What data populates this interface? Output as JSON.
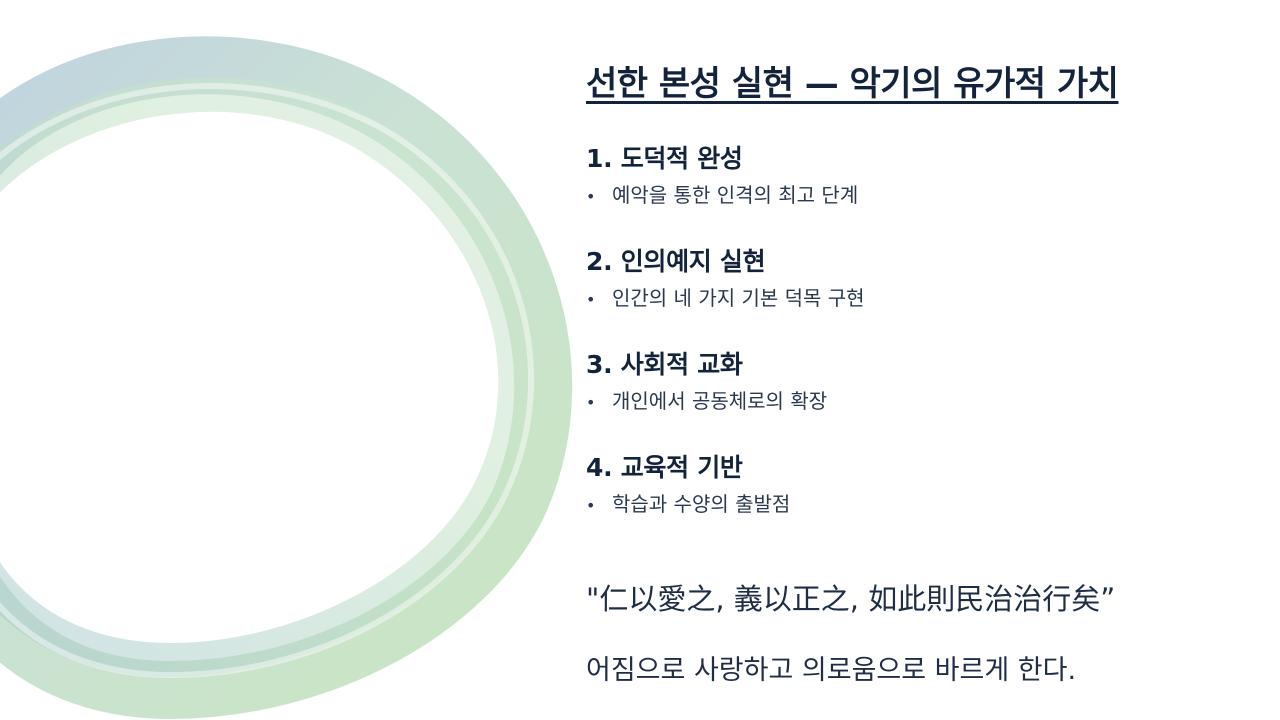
{
  "slide": {
    "title": "선한 본성 실현 — 악기의 유가적 가치",
    "sections": [
      {
        "heading": "1. 도덕적 완성",
        "bullet": "예악을 통한 인격의 최고 단계"
      },
      {
        "heading": "2. 인의예지 실현",
        "bullet": "인간의 네 가지 기본 덕목 구현"
      },
      {
        "heading": "3. 사회적 교화",
        "bullet": "개인에서 공동체로의 확장"
      },
      {
        "heading": "4. 교육적 기반",
        "bullet": "학습과 수양의 출발점"
      }
    ],
    "bullet_symbol": "•",
    "quote": "\"仁以愛之, 義以正之, 如此則民治治行矣”",
    "translation": "어짐으로 사랑하고 의로움으로 바르게 한다."
  },
  "colors": {
    "text_dark": "#14233c",
    "ring_blue": "#9fbfd0",
    "ring_green": "#b5dcb0"
  }
}
